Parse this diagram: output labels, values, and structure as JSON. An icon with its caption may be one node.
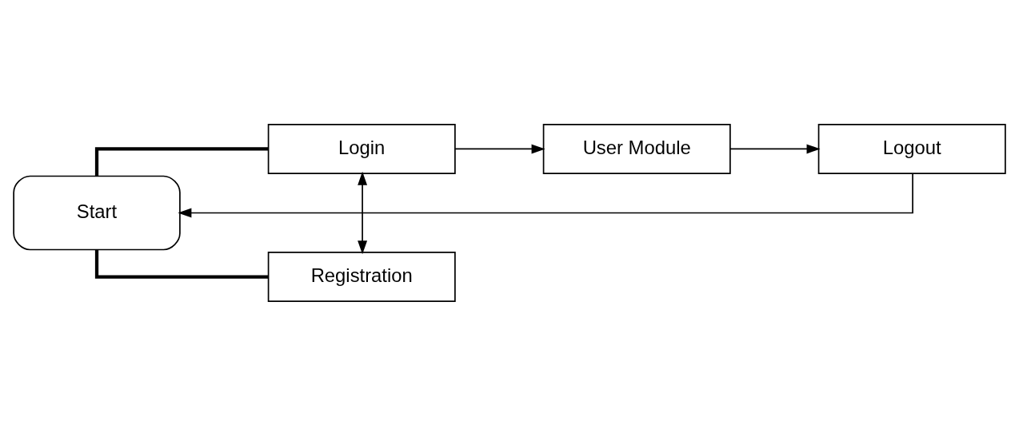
{
  "diagram": {
    "nodes": [
      {
        "text": [
          "Start"
        ]
      },
      {
        "text": [
          "Login"
        ]
      },
      {
        "text": [
          "User Module"
        ]
      },
      {
        "text": [
          "Logout"
        ]
      },
      {
        "text": [
          "Registration"
        ]
      }
    ],
    "edges": [
      {
        "from": 0,
        "to": 1,
        "arrow": "none",
        "style": "thick"
      },
      {
        "from": 0,
        "to": 4,
        "arrow": "none",
        "style": "thick"
      },
      {
        "from": 1,
        "to": 2,
        "arrow": "to"
      },
      {
        "from": 2,
        "to": 3,
        "arrow": "to"
      },
      {
        "from": 1,
        "to": 4,
        "arrow": "both"
      },
      {
        "from": 3,
        "to": 0,
        "arrow": "to"
      }
    ]
  }
}
